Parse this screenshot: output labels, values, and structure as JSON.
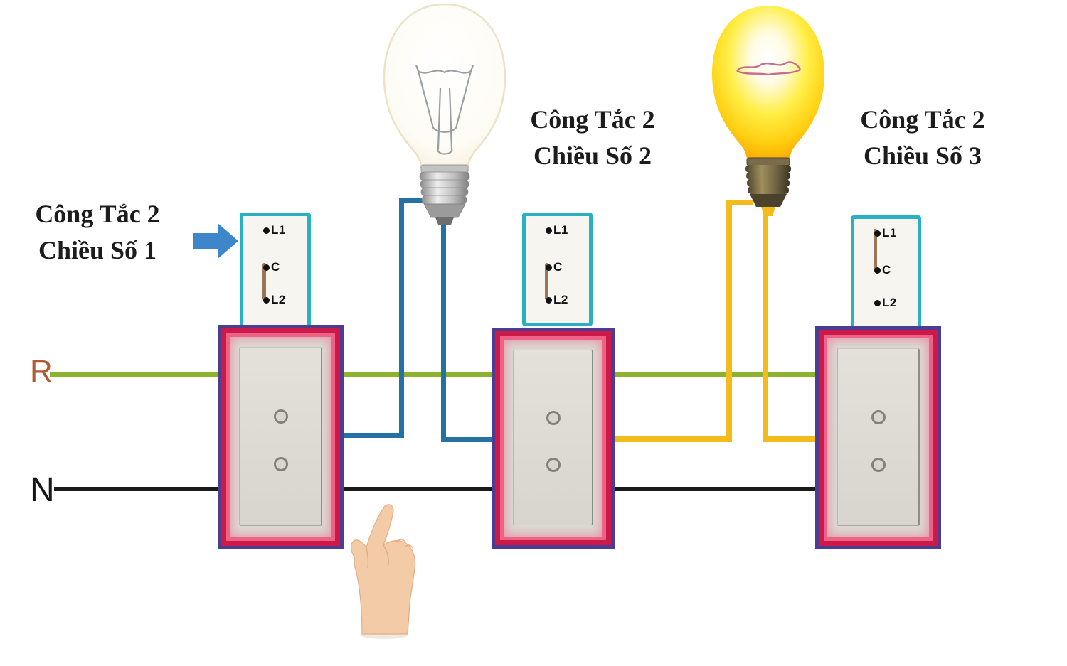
{
  "diagram": {
    "title_labels": [
      {
        "line1": "Công Tắc 2",
        "line2": "Chiều Số 1"
      },
      {
        "line1": "Công Tắc 2",
        "line2": "Chiều Số 2"
      },
      {
        "line1": "Công Tắc 2",
        "line2": "Chiều Số 3"
      }
    ],
    "rails": {
      "live_label": "R",
      "neutral_label": "N"
    },
    "terminals": {
      "l1": "L1",
      "c": "C",
      "l2": "L2"
    },
    "switch_schematics": [
      {
        "switch": 1,
        "connection": "C-L2"
      },
      {
        "switch": 2,
        "connection": "C-L2"
      },
      {
        "switch": 3,
        "connection": "L1-C"
      }
    ],
    "bulbs": [
      {
        "position": "left",
        "state": "off"
      },
      {
        "position": "right",
        "state": "on"
      }
    ],
    "colors": {
      "live_wire_green": "#8db32e",
      "neutral_wire_black": "#1a1a1a",
      "traveler_wire_blue": "#2472a4",
      "traveler_wire_yellow": "#f3bb1c",
      "schematic_border_cyan": "#2ab0c5",
      "switch_frame_purple": "#4c3c92",
      "switch_frame_red": "#cc1947",
      "switch_frame_pink": "#ee6288",
      "arrow_blue": "#3c86c9",
      "rail_live_label": "#b05a33",
      "connector_brown": "#9c7556",
      "bulb_on_yellow": "#ffd012"
    }
  }
}
